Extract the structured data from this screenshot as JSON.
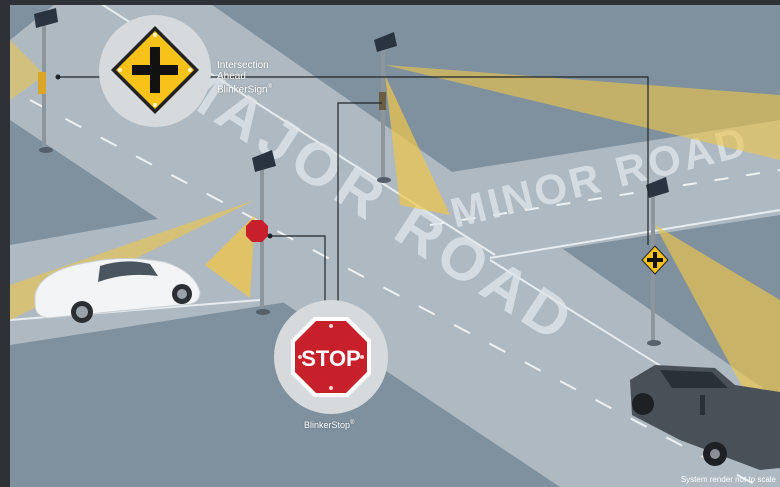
{
  "road_labels": {
    "major": "MAJOR ROAD",
    "minor": "MINOR ROAD"
  },
  "callouts": {
    "intersection_sign": {
      "line1": "Intersection",
      "line2": "Ahead",
      "line3": "BlinkerSign",
      "trademark": "®"
    },
    "stop_sign": {
      "label": "BlinkerStop",
      "trademark": "®",
      "sign_text": "STOP"
    }
  },
  "disclaimer": "System render not to scale",
  "colors": {
    "road": "#aeb9c1",
    "ground": "#7f919f",
    "beam": "#f0c648",
    "stop_red": "#c8202a",
    "sign_yellow": "#f7c31a"
  },
  "icons": [
    "solar-panel-icon",
    "blinker-sign-icon",
    "stop-sign-icon",
    "car-icon",
    "truck-icon"
  ]
}
